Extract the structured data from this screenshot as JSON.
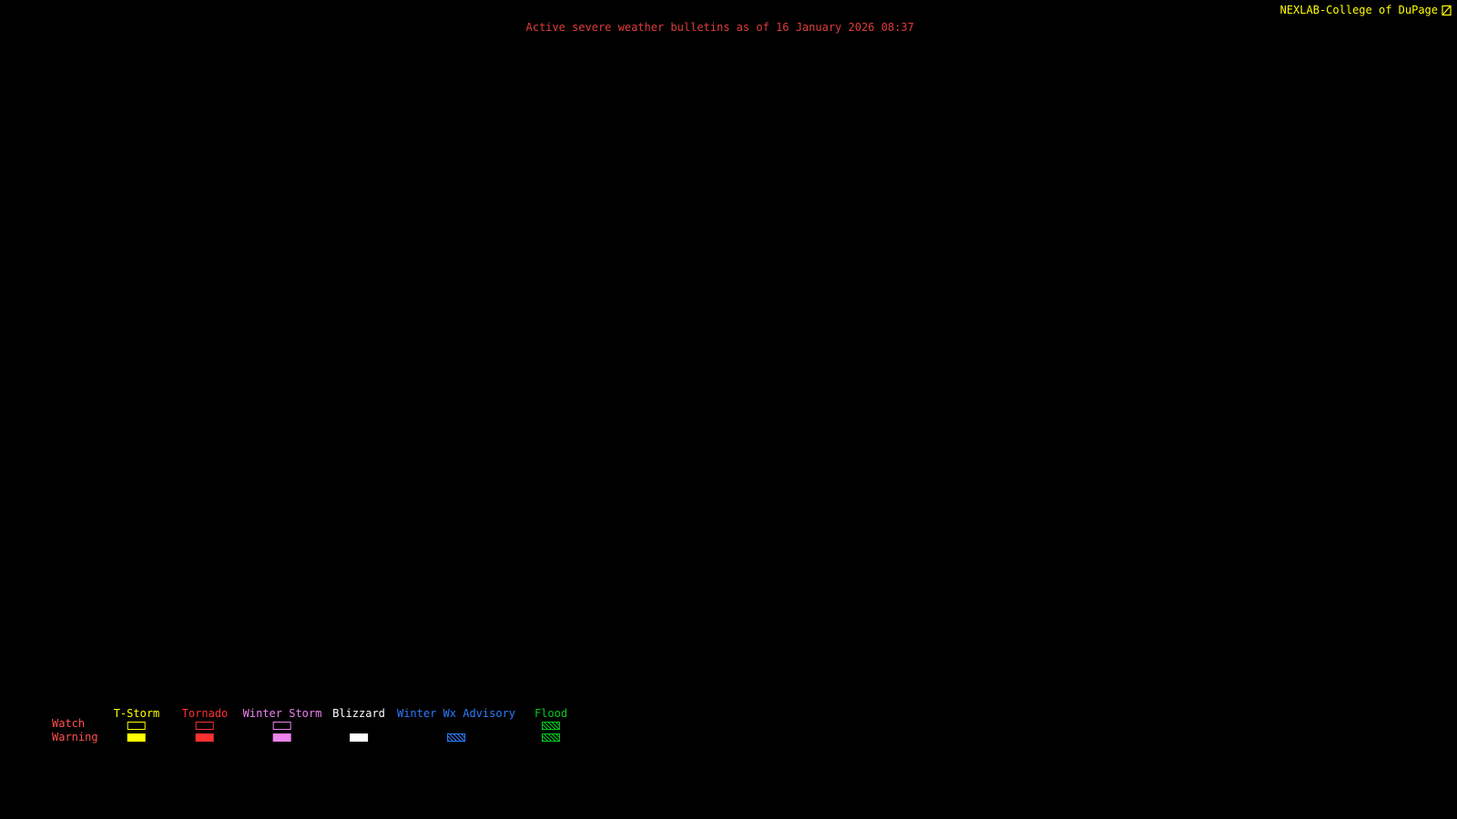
{
  "header": {
    "brand": "NEXLAB-College of DuPage",
    "brand_color": "#ffff00",
    "logo_icon": "cod-logo-icon",
    "title": "Active severe weather bulletins as of 16 January 2026 08:37",
    "title_color": "#e13c3c"
  },
  "map": {
    "background": "#000000"
  },
  "legend": {
    "label_color": "#ff5050",
    "rows": [
      {
        "label": "Watch"
      },
      {
        "label": "Warning"
      }
    ],
    "columns": [
      {
        "label": "T-Storm",
        "color": "#ffff00",
        "watch_swatch": "outline",
        "warning_swatch": "filled"
      },
      {
        "label": "Tornado",
        "color": "#ff3030",
        "watch_swatch": "outline",
        "warning_swatch": "filled"
      },
      {
        "label": "Winter Storm",
        "color": "#ee82ee",
        "watch_swatch": "outline",
        "warning_swatch": "filled"
      },
      {
        "label": "Blizzard",
        "color": "#ffffff",
        "watch_swatch": "none",
        "warning_swatch": "filled"
      },
      {
        "label": "Winter Wx Advisory",
        "color": "#2e7cff",
        "watch_swatch": "none",
        "warning_swatch": "hatched"
      },
      {
        "label": "Flood",
        "color": "#00cc22",
        "watch_swatch": "hatched",
        "warning_swatch": "hatched"
      }
    ]
  }
}
